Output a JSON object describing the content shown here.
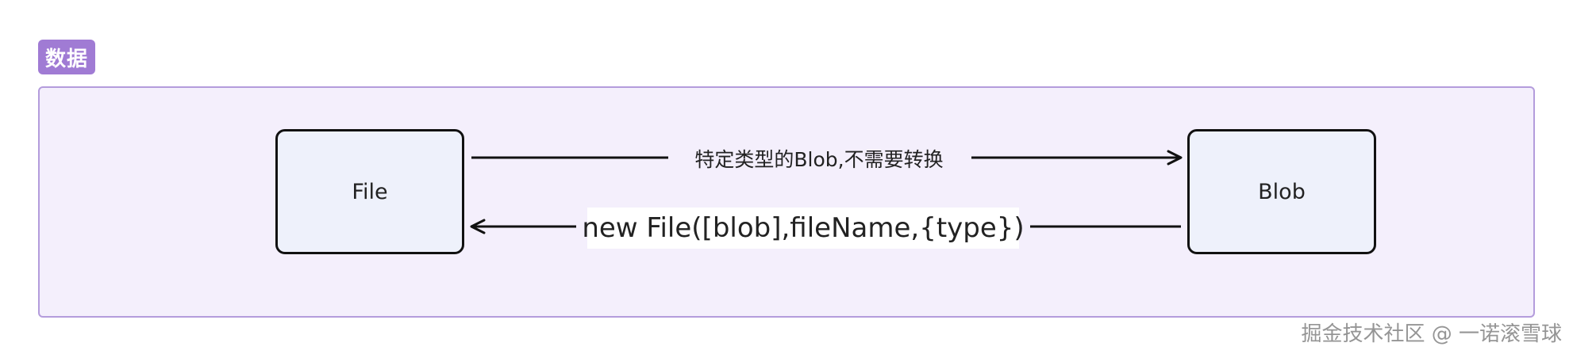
{
  "group": {
    "title": "数据"
  },
  "nodes": {
    "file": "File",
    "blob": "Blob"
  },
  "edges": {
    "file_to_blob": "特定类型的Blob,不需要转换",
    "blob_to_file": "new File([blob],fileName,{type})"
  },
  "watermark": "掘金技术社区 @ 一诺滚雪球",
  "colors": {
    "badge": "#a07bd4",
    "group_fill": "#f4effc",
    "group_border": "#b49cdc",
    "node_fill": "#eef1fb",
    "node_border": "#111111"
  }
}
